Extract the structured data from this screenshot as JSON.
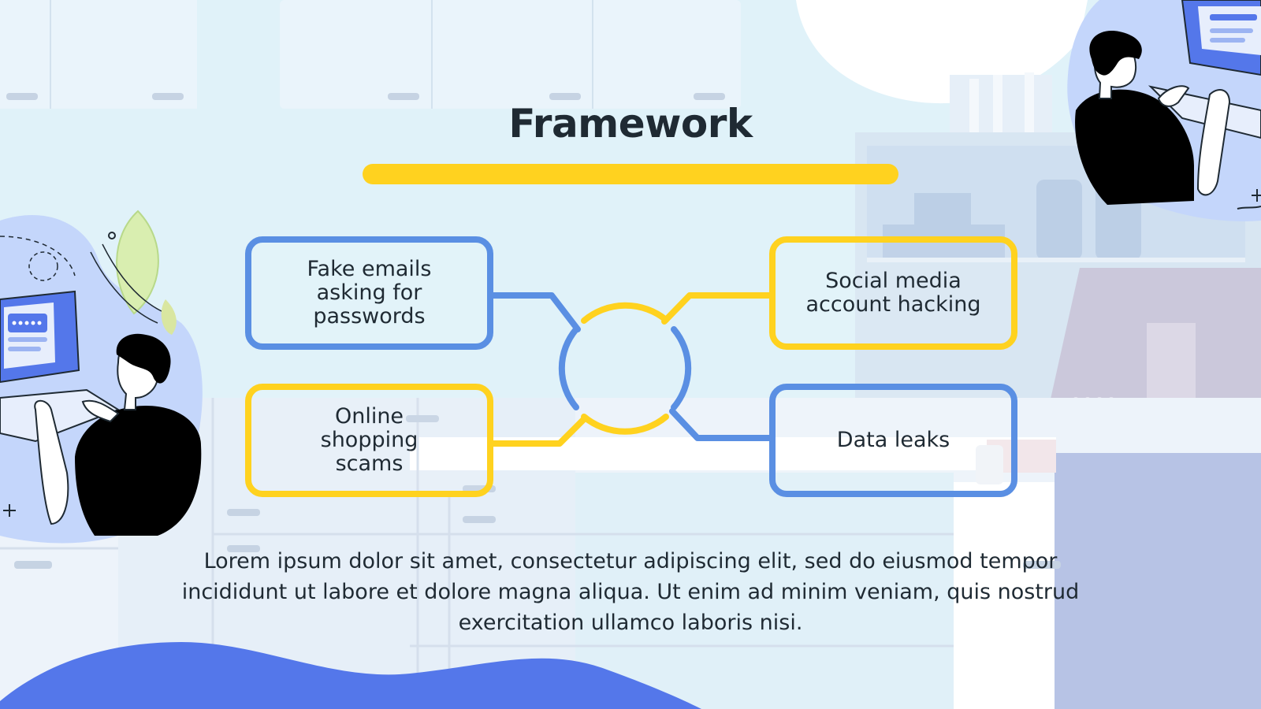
{
  "slide": {
    "title": "Framework",
    "nodes": [
      {
        "id": "top-left",
        "label": "Fake emails asking for passwords"
      },
      {
        "id": "top-right",
        "label": "Social media account hacking"
      },
      {
        "id": "bottom-left",
        "label": "Online shopping scams"
      },
      {
        "id": "bottom-right",
        "label": "Data leaks"
      }
    ],
    "body": "Lorem ipsum dolor sit amet, consectetur adipiscing elit, sed do eiusmod tempor incididunt ut labore et dolore magna aliqua. Ut enim ad minim veniam, quis nostrud exercitation ullamco laboris nisi."
  },
  "colors": {
    "blue": "#5a8fe3",
    "yellow": "#ffd21f",
    "text": "#1f2a33",
    "wave": "#5477ea",
    "illustration_bg": "#c4d6fb"
  },
  "icons": [
    "person-at-computer-illustration",
    "plant-illustration",
    "office-background"
  ]
}
